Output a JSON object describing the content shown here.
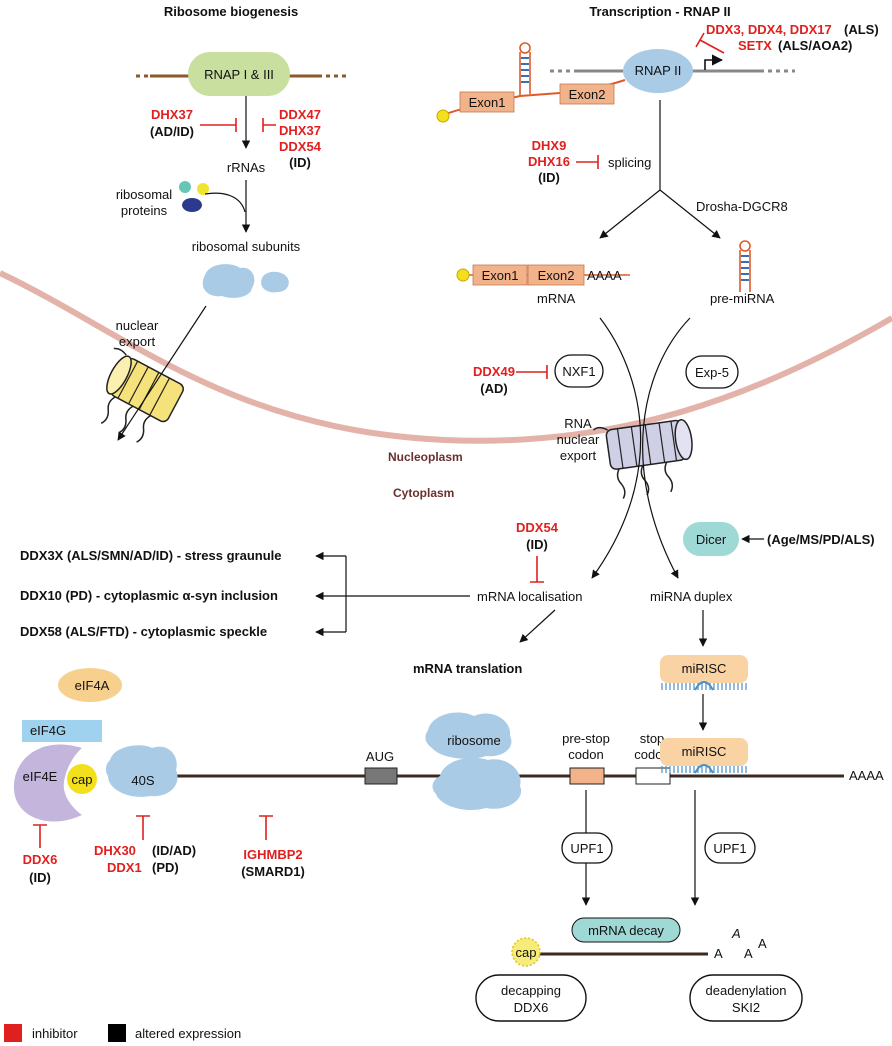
{
  "titles": {
    "ribosome": "Ribosome biogenesis",
    "transcription": "Transcription - RNAP II"
  },
  "regions": {
    "nucleoplasm": "Nucleoplasm",
    "cytoplasm": "Cytoplasm"
  },
  "ribosome_section": {
    "polymerase": "RNAP I & III",
    "left_inhib": [
      "DHX37",
      "(AD/ID)"
    ],
    "right_inhib": [
      "DDX47",
      "DHX37",
      "DDX54",
      "(ID)"
    ],
    "rrnas": "rRNAs",
    "ribo_proteins": [
      "ribosomal",
      "proteins"
    ],
    "subunits": "ribosomal subunits",
    "export": [
      "nuclear",
      "export"
    ]
  },
  "transcription_section": {
    "polymerase": "RNAP II",
    "exon1": "Exon1",
    "exon2": "Exon2",
    "top_inhib_red": "DDX3, DDX4, DDX17",
    "top_inhib_black": "(ALS)",
    "setx_red": "SETX",
    "setx_black": "(ALS/AOA2)",
    "splicing_inhib": [
      "DHX9",
      "DHX16",
      "(ID)"
    ],
    "splicing": "splicing",
    "drosha": "Drosha-DGCR8",
    "mrna_exon1": "Exon1",
    "mrna_exon2": "Exon2",
    "polyA": "AAAA",
    "mrna": "mRNA",
    "premirna": "pre-miRNA",
    "ddx49": "DDX49",
    "ddx49_dis": "(AD)",
    "nxf1": "NXF1",
    "exp5": "Exp-5",
    "rna_export": [
      "RNA",
      "nuclear",
      "export"
    ]
  },
  "cytoplasm_section": {
    "ddx54": "DDX54",
    "ddx54_dis": "(ID)",
    "dicer": "Dicer",
    "dicer_dis": "(Age/MS/PD/ALS)",
    "mrna_loc": "mRNA localisation",
    "mirna_duplex": "miRNA duplex",
    "mrna_translation": "mRNA translation",
    "misc_items": [
      "DDX3X (ALS/SMN/AD/ID) - stress graunule",
      "DDX10 (PD) - cytoplasmic α-syn inclusion",
      "DDX58 (ALS/FTD) - cytoplasmic speckle"
    ],
    "mirisc": "miRISC"
  },
  "translation_section": {
    "eif4a": "eIF4A",
    "eif4g": "eIF4G",
    "eif4e": "eIF4E",
    "cap": "cap",
    "s40": "40S",
    "aug": "AUG",
    "ribosome": "ribosome",
    "prestop": [
      "pre-stop",
      "codon"
    ],
    "stop": [
      "stop",
      "codon"
    ],
    "polyA": "AAAA",
    "ddx6": "DDX6",
    "ddx6_dis": "(ID)",
    "dhx30": "DHX30",
    "dhx30_dis": "(ID/AD)",
    "ddx1": "DDX1",
    "ddx1_dis": "(PD)",
    "ighmbp2": "IGHMBP2",
    "ighmbp2_dis": "(SMARD1)",
    "upf1": "UPF1"
  },
  "decay_section": {
    "decay": "mRNA decay",
    "cap": "cap",
    "a_letters": [
      "A",
      "A",
      "A",
      "A"
    ],
    "decapping": [
      "decapping",
      "DDX6"
    ],
    "deadenylation": [
      "deadenylation",
      "SKI2"
    ]
  },
  "legend": {
    "inhibitor": "inhibitor",
    "altered": "altered expression",
    "inhibitor_color": "#e0201f",
    "altered_color": "#000000"
  },
  "colors": {
    "red": "#e0201f",
    "membrane": "#e3b3aa",
    "pol1": "#c8dfa0",
    "pol2": "#a9cbe6",
    "exon": "#f2b28a",
    "dicer": "#9fd9d5",
    "eif4e": "#c3b5dc",
    "eif4a": "#f7d08e",
    "eif4g": "#9fd2ee",
    "cap": "#f2e01c"
  }
}
